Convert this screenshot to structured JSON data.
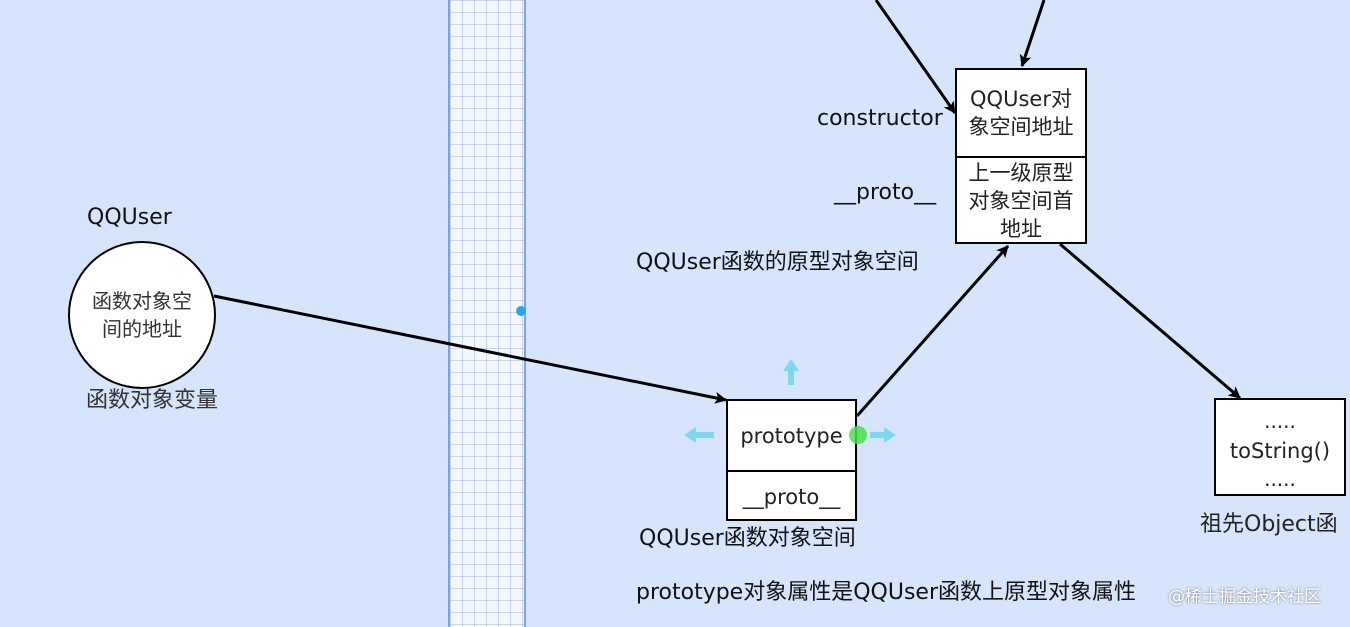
{
  "labels": {
    "qquser_name": "QQUser",
    "func_var_caption": "函数对象变量",
    "constructor_label": "constructor",
    "proto_label_top": "__proto__",
    "proto_space_caption": "QQUser函数的原型对象空间",
    "func_space_caption": "QQUser函数对象空间",
    "bottom_caption": "prototype对象属性是QQUser函数上原型对象属性",
    "object_caption": "祖先Object函"
  },
  "circle": {
    "text": "函数对象空间的地址"
  },
  "proto_box": {
    "top_text": "QQUser对象空间地址",
    "bottom_text": "上一级原型对象空间首地址"
  },
  "func_box": {
    "top_text": "prototype",
    "bottom_text": "__proto__"
  },
  "object_box": {
    "line1": ".....",
    "line2": "toString()",
    "line3": "....."
  },
  "watermark": "@稀土掘金技术社区",
  "colors": {
    "canvas": "#d6e4fc",
    "grid": "#f4f7fd",
    "selection_handle": "#7fd7ec",
    "anchor_green": "#49e04a",
    "anchor_blue": "#2aa6f0"
  }
}
